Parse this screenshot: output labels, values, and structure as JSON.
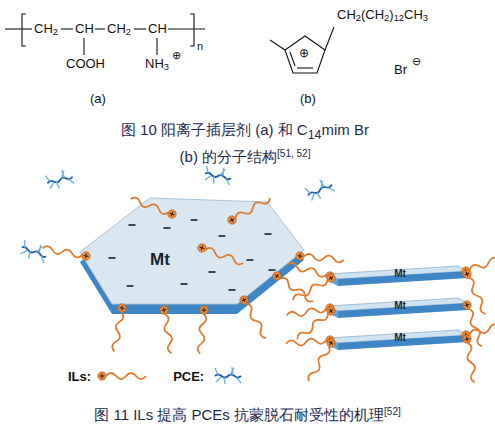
{
  "diagram": {
    "caption": "图 11 ILs 提高 PCEs 抗蒙脱石耐受性的机理",
    "nodes": [
      {
        "text": [
          "Mt"
        ]
      },
      {
        "text": [
          "Mt"
        ]
      },
      {
        "text": [
          "Mt"
        ]
      },
      {
        "text": [
          "Mt"
        ]
      }
    ],
    "labels": [
      "CH2",
      "CH",
      "CH2",
      "CH",
      "n",
      "COOH",
      "NH3",
      "⊕",
      "(a)",
      "CH2(CH2)12CH3",
      "Br",
      "⊖",
      "⊕",
      "(b)",
      "图 10 阳离子插层剂 (a) 和 C14mim Br (b) 的分子结构",
      "[51, 52]",
      "[52]"
    ],
    "legend": [
      {
        "text": "ILs:"
      },
      {
        "text": "PCE:"
      }
    ]
  }
}
